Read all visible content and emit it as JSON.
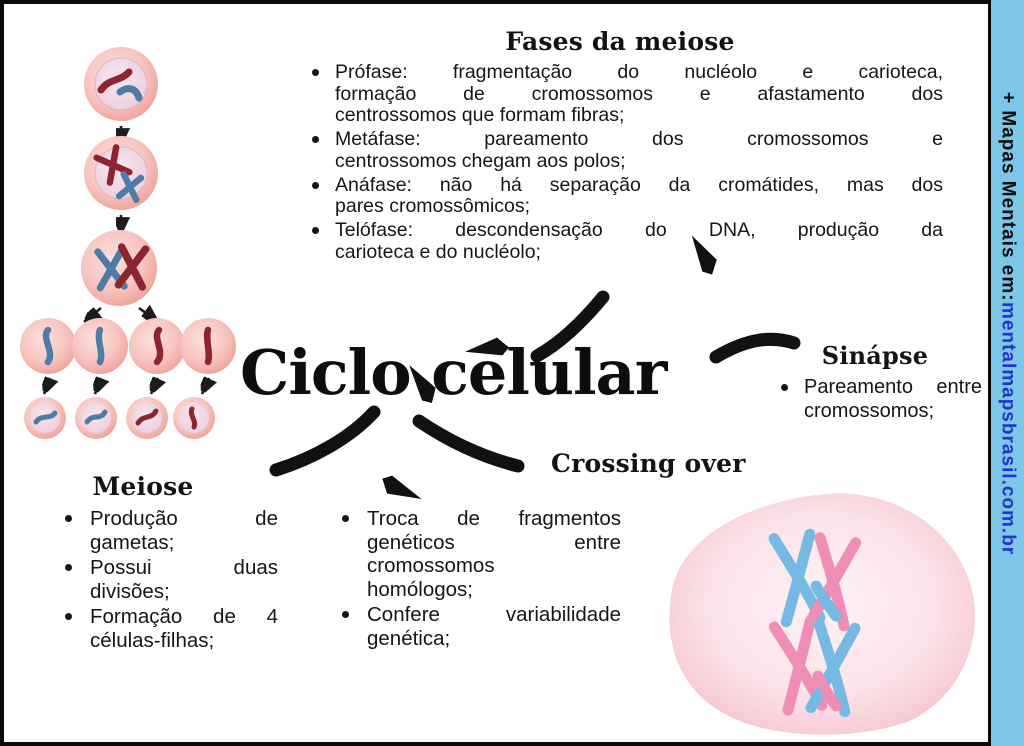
{
  "page": {
    "main_title": "Ciclo celular"
  },
  "sidebar": {
    "label_prefix": "+ Mapas Mentais em: ",
    "site": "mentalmapsbrasil.com.br"
  },
  "sections": {
    "fases_meiose": {
      "title": "Fases da meiose",
      "bullets": [
        [
          "Prófase: fragmentação do nucléolo e carioteca,",
          "formação de cromossomos e afastamento dos",
          "centrossomos que formam fibras;"
        ],
        [
          "Metáfase: pareamento dos cromossomos e",
          "centrossomos chegam aos polos;"
        ],
        [
          "Anáfase: não há separação da cromátides, mas dos",
          "pares cromossômicos;"
        ],
        [
          "Telófase: descondensação do DNA, produção da",
          "carioteca e do nucléolo;"
        ]
      ]
    },
    "sinapse": {
      "title": "Sinápse",
      "bullets": [
        [
          "Pareamento entre",
          "cromossomos;"
        ]
      ]
    },
    "meiose": {
      "title": "Meiose",
      "bullets": [
        [
          "Produção de",
          "gametas;"
        ],
        [
          "Possui duas",
          "divisões;"
        ],
        [
          "Formação de 4",
          "células-filhas;"
        ]
      ]
    },
    "crossing_over": {
      "title": "Crossing over",
      "bullets": [
        [
          "Troca de fragmentos",
          "genéticos entre",
          "cromossomos",
          "homólogos;"
        ],
        [
          "Confere variabilidade",
          "genética;"
        ]
      ]
    }
  },
  "illustrations": {
    "left": "meiosis-division-sequence",
    "bottom_right": "crossing-over-cell"
  },
  "colors": {
    "sidebar_bg": "#7cc7e8",
    "site_link_blue": "#2433cf",
    "arrow_black": "#111111",
    "cell_pink": "#f2a9a1",
    "cell_nucleus": "#f0dce7",
    "chromosome_red": "#8e2430",
    "chromosome_blue": "#4f7ca6",
    "crossing_blue": "#76b9e4",
    "crossing_pink": "#ee8eb5",
    "blob_pink": "#f6c5cf"
  }
}
